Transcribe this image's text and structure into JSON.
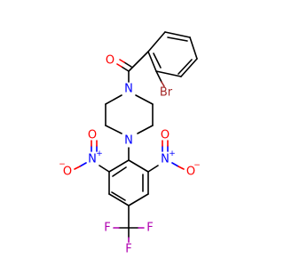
{
  "molecule": {
    "atoms": {
      "carbonyl_O": "O",
      "bromine": "Br",
      "piperazine_N_top": "N",
      "piperazine_N_bottom": "N",
      "nitro_left_N": "N",
      "nitro_left_N_charge": "+",
      "nitro_left_O_single": "O",
      "nitro_left_O_single_charge": "−",
      "nitro_left_O_double": "O",
      "nitro_right_N": "N",
      "nitro_right_N_charge": "+",
      "nitro_right_O_single": "O",
      "nitro_right_O_single_charge": "−",
      "nitro_right_O_double": "O",
      "fluorine_left": "F",
      "fluorine_right": "F",
      "fluorine_bottom": "F"
    },
    "colors": {
      "oxygen": "#ff0000",
      "nitrogen": "#0000ff",
      "bromine": "#a52a2a",
      "fluorine": "#b000b0",
      "bond": "#000000"
    }
  }
}
